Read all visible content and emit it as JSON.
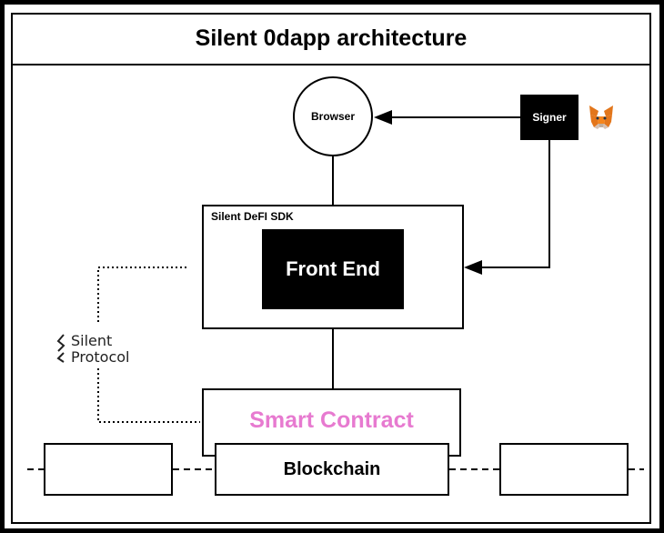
{
  "diagram": {
    "title": "Silent 0dapp architecture",
    "nodes": {
      "browser": "Browser",
      "signer": "Signer",
      "sdk": "Silent DeFI SDK",
      "frontend": "Front End",
      "contract": "Smart Contract",
      "blockchain": "Blockchain"
    },
    "protocol": {
      "line1": "Silent",
      "line2": "Protocol"
    },
    "icons": {
      "wallet": "metamask-fox-icon",
      "protocol_logo": "silent-protocol-logo-icon"
    },
    "colors": {
      "contract_text": "#e77ad0",
      "fox_orange": "#e2761b"
    }
  }
}
